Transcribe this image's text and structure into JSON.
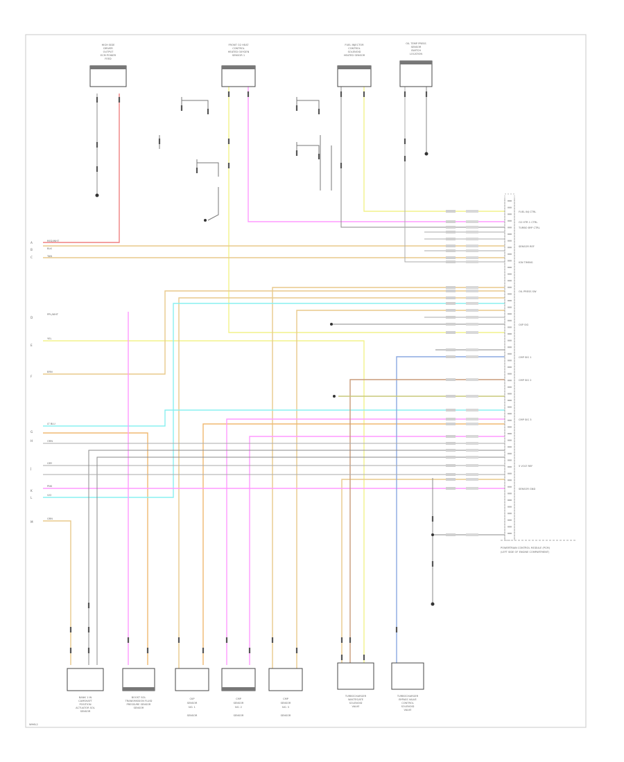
{
  "diagram": {
    "footer_code": "WH6L2",
    "module_label": [
      "POWERTRAIN CONTROL MODULE (PCM)",
      "(LEFT SIDE OF ENGINE COMPARTMENT)"
    ],
    "top_components": [
      [
        "HIGH SIDE",
        "DRIVER",
        "OUTPUT",
        "ECM POWER",
        "FEED"
      ],
      [
        "FRONT O2 HEAT",
        "CONTROL",
        "HEATED OXYGEN",
        "SENSOR 1"
      ],
      [
        "FUEL INJECTOR",
        "CONTROL",
        "SOLENOID",
        "HEATED SENSOR"
      ],
      [
        "OIL TEMP PRESS",
        "SENSOR",
        "SWITCH",
        "LOCATION"
      ]
    ],
    "bottom_components": [
      [
        "BANK 1 IN",
        "CAMSHAFT",
        "POSITION",
        "ACTUATOR SOL",
        "SENSOR"
      ],
      [
        "BOOST SOL",
        "TRANSMISSION FLUID",
        "PRESSURE SENSOR",
        "SENSOR"
      ],
      [
        "CKP",
        "SENSOR",
        "NO. 1",
        "SENSOR"
      ],
      [
        "CMP",
        "SENSOR",
        "NO. 2",
        "SENSOR"
      ],
      [
        "CMP",
        "SENSOR",
        "NO. 3",
        "SENSOR"
      ],
      [
        "TURBOCHARGER",
        "WASTEGATE",
        "SOLENOID",
        "VALVE"
      ],
      [
        "TURBOCHARGER",
        "BYPASS VALVE",
        "CONTROL",
        "SOLENOID",
        "VALVE"
      ]
    ],
    "left_labels": [
      "A",
      "B",
      "C",
      "D",
      "E",
      "F",
      "G",
      "H",
      "J",
      "K",
      "L",
      "M"
    ],
    "wire_codes": [
      "RED/WHT",
      "BLK",
      "TAN",
      "YEL",
      "GRN",
      "PPL/WHT",
      "LT BLU",
      "BRN",
      "ORN",
      "GRY",
      "PNK",
      "VIO"
    ],
    "pin_functions": [
      "FUEL INJ CTRL",
      "O2 HTR 1 CTRL",
      "TURBO BYP CTRL",
      "SENSOR REF",
      "IGN TIMING",
      "OIL PRESS SW",
      "CKP SIG",
      "CMP SIG 1",
      "CMP SIG 2",
      "CMP SIG 3",
      "5 VOLT REF",
      "SENSOR GND"
    ],
    "colors": {
      "red": "#f08080",
      "pink": "#ff99ff",
      "yellow": "#f2f28a",
      "tan": "#e8c98a",
      "cyan": "#88f0f0",
      "blue": "#8aa8e0",
      "gray": "#999999",
      "brown": "#c89a78",
      "olive": "#c8c878"
    }
  }
}
